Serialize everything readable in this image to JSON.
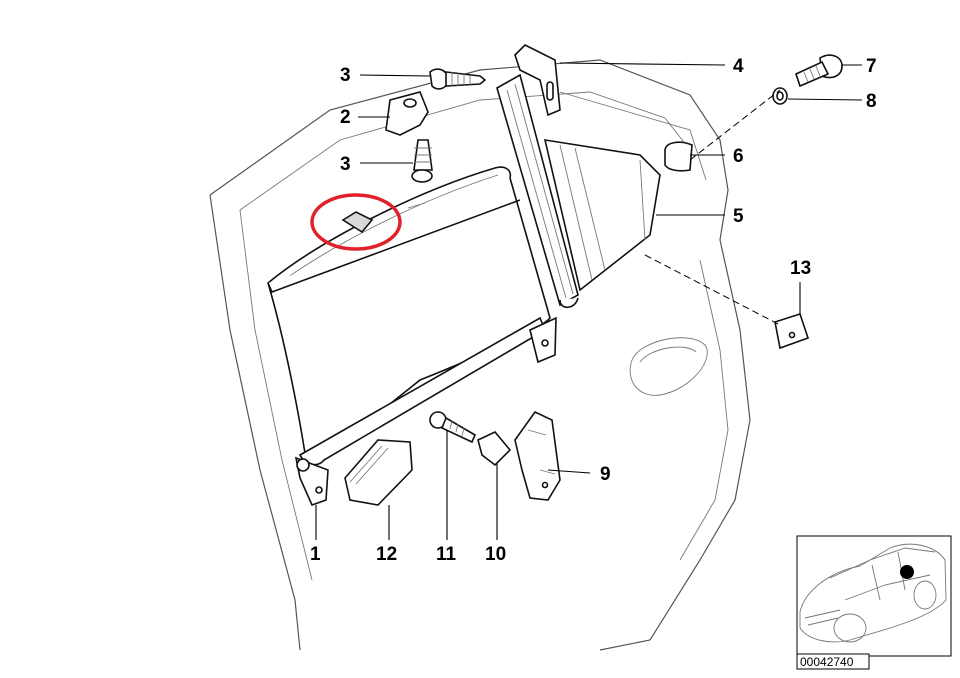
{
  "diagram": {
    "callouts": [
      {
        "id": "c1",
        "label": "1"
      },
      {
        "id": "c2",
        "label": "2"
      },
      {
        "id": "c3a",
        "label": "3"
      },
      {
        "id": "c3b",
        "label": "3"
      },
      {
        "id": "c4",
        "label": "4"
      },
      {
        "id": "c5",
        "label": "5"
      },
      {
        "id": "c6",
        "label": "6"
      },
      {
        "id": "c7",
        "label": "7"
      },
      {
        "id": "c8",
        "label": "8"
      },
      {
        "id": "c9",
        "label": "9"
      },
      {
        "id": "c10",
        "label": "10"
      },
      {
        "id": "c11",
        "label": "11"
      },
      {
        "id": "c12",
        "label": "12"
      },
      {
        "id": "c13",
        "label": "13"
      }
    ],
    "highlight_color": "#e0202a",
    "inset": {
      "part_number": "00042740",
      "marker_color": "#000000"
    }
  }
}
